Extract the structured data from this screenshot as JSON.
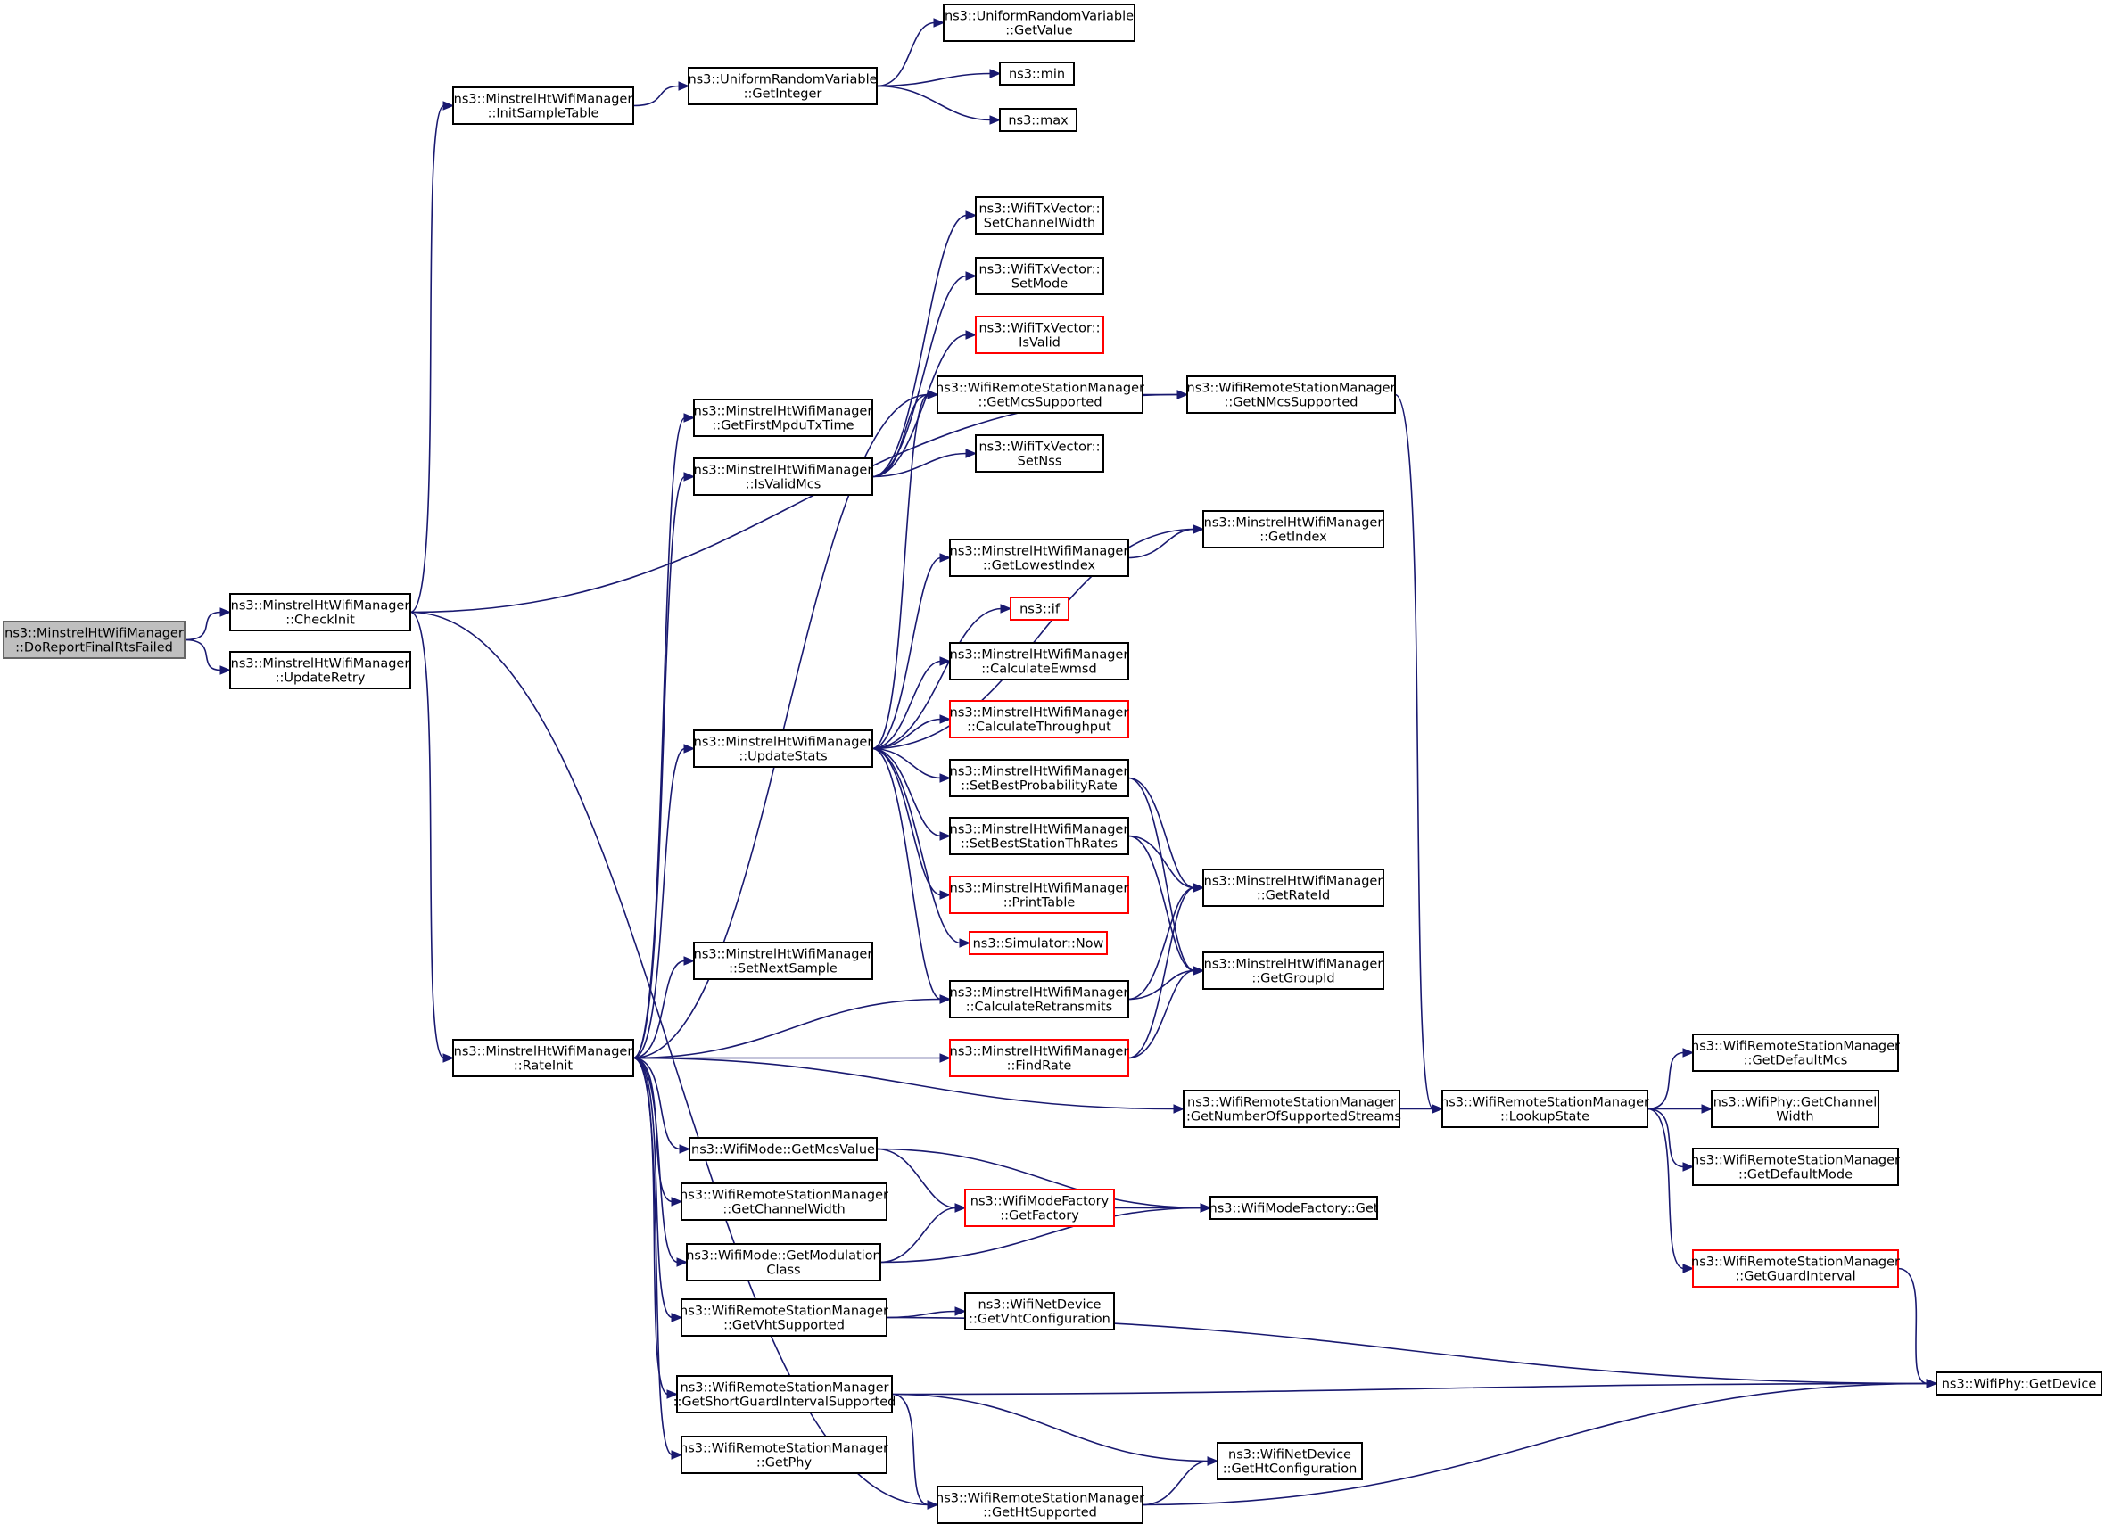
{
  "graph": {
    "nodes": [
      {
        "id": "n0",
        "lines": [
          "ns3::MinstrelHtWifiManager",
          "::DoReportFinalRtsFailed"
        ],
        "style": "start"
      },
      {
        "id": "n1",
        "lines": [
          "ns3::MinstrelHtWifiManager",
          "::CheckInit"
        ],
        "style": "normal"
      },
      {
        "id": "n2",
        "lines": [
          "ns3::MinstrelHtWifiManager",
          "::UpdateRetry"
        ],
        "style": "normal"
      },
      {
        "id": "n3",
        "lines": [
          "ns3::MinstrelHtWifiManager",
          "::InitSampleTable"
        ],
        "style": "normal"
      },
      {
        "id": "n4",
        "lines": [
          "ns3::UniformRandomVariable",
          "::GetInteger"
        ],
        "style": "normal"
      },
      {
        "id": "n5",
        "lines": [
          "ns3::UniformRandomVariable",
          "::GetValue"
        ],
        "style": "normal"
      },
      {
        "id": "n6",
        "lines": [
          "ns3::min"
        ],
        "style": "normal"
      },
      {
        "id": "n7",
        "lines": [
          "ns3::max"
        ],
        "style": "normal"
      },
      {
        "id": "n8",
        "lines": [
          "ns3::WifiTxVector::",
          "SetChannelWidth"
        ],
        "style": "normal"
      },
      {
        "id": "n9",
        "lines": [
          "ns3::WifiTxVector::",
          "SetMode"
        ],
        "style": "normal"
      },
      {
        "id": "n10",
        "lines": [
          "ns3::WifiTxVector::",
          "IsValid"
        ],
        "style": "red"
      },
      {
        "id": "n11",
        "lines": [
          "ns3::WifiRemoteStationManager",
          "::GetMcsSupported"
        ],
        "style": "normal"
      },
      {
        "id": "n12",
        "lines": [
          "ns3::WifiRemoteStationManager",
          "::GetNMcsSupported"
        ],
        "style": "normal"
      },
      {
        "id": "n13",
        "lines": [
          "ns3::MinstrelHtWifiManager",
          "::GetFirstMpduTxTime"
        ],
        "style": "normal"
      },
      {
        "id": "n14",
        "lines": [
          "ns3::MinstrelHtWifiManager",
          "::IsValidMcs"
        ],
        "style": "normal"
      },
      {
        "id": "n15",
        "lines": [
          "ns3::WifiTxVector::",
          "SetNss"
        ],
        "style": "normal"
      },
      {
        "id": "n16",
        "lines": [
          "ns3::MinstrelHtWifiManager",
          "::GetIndex"
        ],
        "style": "normal"
      },
      {
        "id": "n17",
        "lines": [
          "ns3::MinstrelHtWifiManager",
          "::GetLowestIndex"
        ],
        "style": "normal"
      },
      {
        "id": "n18",
        "lines": [
          "ns3::if"
        ],
        "style": "red"
      },
      {
        "id": "n19",
        "lines": [
          "ns3::MinstrelHtWifiManager",
          "::CalculateEwmsd"
        ],
        "style": "normal"
      },
      {
        "id": "n20",
        "lines": [
          "ns3::MinstrelHtWifiManager",
          "::CalculateThroughput"
        ],
        "style": "red"
      },
      {
        "id": "n21",
        "lines": [
          "ns3::MinstrelHtWifiManager",
          "::UpdateStats"
        ],
        "style": "normal"
      },
      {
        "id": "n22",
        "lines": [
          "ns3::MinstrelHtWifiManager",
          "::SetBestProbabilityRate"
        ],
        "style": "normal"
      },
      {
        "id": "n23",
        "lines": [
          "ns3::MinstrelHtWifiManager",
          "::SetBestStationThRates"
        ],
        "style": "normal"
      },
      {
        "id": "n24",
        "lines": [
          "ns3::MinstrelHtWifiManager",
          "::GetRateId"
        ],
        "style": "normal"
      },
      {
        "id": "n25",
        "lines": [
          "ns3::MinstrelHtWifiManager",
          "::PrintTable"
        ],
        "style": "red"
      },
      {
        "id": "n26",
        "lines": [
          "ns3::Simulator::Now"
        ],
        "style": "red"
      },
      {
        "id": "n27",
        "lines": [
          "ns3::MinstrelHtWifiManager",
          "::GetGroupId"
        ],
        "style": "normal"
      },
      {
        "id": "n28",
        "lines": [
          "ns3::MinstrelHtWifiManager",
          "::SetNextSample"
        ],
        "style": "normal"
      },
      {
        "id": "n29",
        "lines": [
          "ns3::MinstrelHtWifiManager",
          "::CalculateRetransmits"
        ],
        "style": "normal"
      },
      {
        "id": "n30",
        "lines": [
          "ns3::MinstrelHtWifiManager",
          "::RateInit"
        ],
        "style": "normal"
      },
      {
        "id": "n31",
        "lines": [
          "ns3::MinstrelHtWifiManager",
          "::FindRate"
        ],
        "style": "red"
      },
      {
        "id": "n32",
        "lines": [
          "ns3::WifiRemoteStationManager",
          "::GetDefaultMcs"
        ],
        "style": "normal"
      },
      {
        "id": "n33",
        "lines": [
          "ns3::WifiRemoteStationManager",
          "::GetNumberOfSupportedStreams"
        ],
        "style": "normal"
      },
      {
        "id": "n34",
        "lines": [
          "ns3::WifiRemoteStationManager",
          "::LookupState"
        ],
        "style": "normal"
      },
      {
        "id": "n35",
        "lines": [
          "ns3::WifiPhy::GetChannel",
          "Width"
        ],
        "style": "normal"
      },
      {
        "id": "n36",
        "lines": [
          "ns3::WifiRemoteStationManager",
          "::GetDefaultMode"
        ],
        "style": "normal"
      },
      {
        "id": "n37",
        "lines": [
          "ns3::WifiMode::GetMcsValue"
        ],
        "style": "normal"
      },
      {
        "id": "n38",
        "lines": [
          "ns3::WifiRemoteStationManager",
          "::GetChannelWidth"
        ],
        "style": "normal"
      },
      {
        "id": "n39",
        "lines": [
          "ns3::WifiModeFactory",
          "::GetFactory"
        ],
        "style": "red"
      },
      {
        "id": "n40",
        "lines": [
          "ns3::WifiModeFactory::Get"
        ],
        "style": "normal"
      },
      {
        "id": "n41",
        "lines": [
          "ns3::WifiMode::GetModulation",
          "Class"
        ],
        "style": "normal"
      },
      {
        "id": "n42",
        "lines": [
          "ns3::WifiRemoteStationManager",
          "::GetGuardInterval"
        ],
        "style": "red"
      },
      {
        "id": "n43",
        "lines": [
          "ns3::WifiRemoteStationManager",
          "::GetVhtSupported"
        ],
        "style": "normal"
      },
      {
        "id": "n44",
        "lines": [
          "ns3::WifiNetDevice",
          "::GetVhtConfiguration"
        ],
        "style": "normal"
      },
      {
        "id": "n45",
        "lines": [
          "ns3::WifiRemoteStationManager",
          "::GetShortGuardIntervalSupported"
        ],
        "style": "normal"
      },
      {
        "id": "n46",
        "lines": [
          "ns3::WifiPhy::GetDevice"
        ],
        "style": "normal"
      },
      {
        "id": "n47",
        "lines": [
          "ns3::WifiRemoteStationManager",
          "::GetPhy"
        ],
        "style": "normal"
      },
      {
        "id": "n48",
        "lines": [
          "ns3::WifiNetDevice",
          "::GetHtConfiguration"
        ],
        "style": "normal"
      },
      {
        "id": "n49",
        "lines": [
          "ns3::WifiRemoteStationManager",
          "::GetHtSupported"
        ],
        "style": "normal"
      }
    ],
    "edges": [
      [
        "n0",
        "n1"
      ],
      [
        "n0",
        "n2"
      ],
      [
        "n1",
        "n3"
      ],
      [
        "n1",
        "n12"
      ],
      [
        "n1",
        "n30"
      ],
      [
        "n1",
        "n49"
      ],
      [
        "n3",
        "n4"
      ],
      [
        "n4",
        "n5"
      ],
      [
        "n4",
        "n6"
      ],
      [
        "n4",
        "n7"
      ],
      [
        "n11",
        "n12"
      ],
      [
        "n12",
        "n34"
      ],
      [
        "n14",
        "n8"
      ],
      [
        "n14",
        "n9"
      ],
      [
        "n14",
        "n10"
      ],
      [
        "n14",
        "n11"
      ],
      [
        "n14",
        "n15"
      ],
      [
        "n17",
        "n16"
      ],
      [
        "n21",
        "n11"
      ],
      [
        "n21",
        "n16"
      ],
      [
        "n21",
        "n17"
      ],
      [
        "n21",
        "n18"
      ],
      [
        "n21",
        "n19"
      ],
      [
        "n21",
        "n20"
      ],
      [
        "n21",
        "n22"
      ],
      [
        "n21",
        "n23"
      ],
      [
        "n21",
        "n25"
      ],
      [
        "n21",
        "n26"
      ],
      [
        "n21",
        "n29"
      ],
      [
        "n22",
        "n24"
      ],
      [
        "n22",
        "n27"
      ],
      [
        "n23",
        "n24"
      ],
      [
        "n23",
        "n27"
      ],
      [
        "n29",
        "n24"
      ],
      [
        "n29",
        "n27"
      ],
      [
        "n31",
        "n24"
      ],
      [
        "n31",
        "n27"
      ],
      [
        "n30",
        "n11"
      ],
      [
        "n30",
        "n13"
      ],
      [
        "n30",
        "n14"
      ],
      [
        "n30",
        "n21"
      ],
      [
        "n30",
        "n28"
      ],
      [
        "n30",
        "n29"
      ],
      [
        "n30",
        "n31"
      ],
      [
        "n30",
        "n33"
      ],
      [
        "n30",
        "n37"
      ],
      [
        "n30",
        "n38"
      ],
      [
        "n30",
        "n41"
      ],
      [
        "n30",
        "n43"
      ],
      [
        "n30",
        "n45"
      ],
      [
        "n30",
        "n47"
      ],
      [
        "n33",
        "n34"
      ],
      [
        "n34",
        "n32"
      ],
      [
        "n34",
        "n35"
      ],
      [
        "n34",
        "n36"
      ],
      [
        "n34",
        "n42"
      ],
      [
        "n37",
        "n39"
      ],
      [
        "n37",
        "n40"
      ],
      [
        "n39",
        "n40"
      ],
      [
        "n41",
        "n39"
      ],
      [
        "n41",
        "n40"
      ],
      [
        "n42",
        "n46"
      ],
      [
        "n43",
        "n44"
      ],
      [
        "n43",
        "n46"
      ],
      [
        "n45",
        "n46"
      ],
      [
        "n45",
        "n48"
      ],
      [
        "n45",
        "n49"
      ],
      [
        "n49",
        "n48"
      ],
      [
        "n49",
        "n46"
      ]
    ]
  }
}
